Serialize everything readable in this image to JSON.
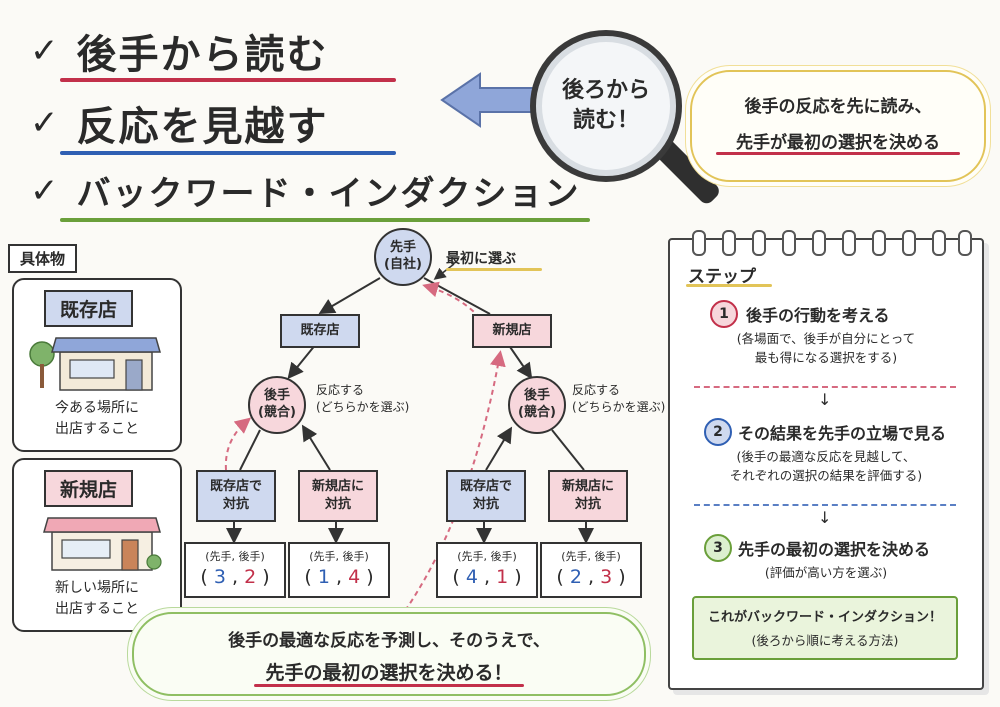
{
  "titles": [
    "後手から読む",
    "反応を見越す",
    "バックワード・インダクション"
  ],
  "check_mark": "✓",
  "colors": {
    "blue": "#2f5fb3",
    "red": "#c2304a",
    "green": "#6a9f3a",
    "node_blue": "#cfd9ef",
    "node_pink": "#f7d7dc"
  },
  "magnifier": {
    "text": "後ろから\n読む！"
  },
  "top_callout": {
    "line1": "後手の反応を先に読み、",
    "line2": "先手が最初の選択を決める"
  },
  "examples": {
    "heading": "具体物",
    "existing": {
      "label": "既存店",
      "desc": "今ある場所に\n出店すること"
    },
    "new": {
      "label": "新規店",
      "desc": "新しい場所に\n出店すること"
    }
  },
  "tree": {
    "root": "先手\n(自社)",
    "root_note": "最初に選ぶ",
    "branch_left": "既存店",
    "branch_right": "新規店",
    "follower": "後手\n(競合)",
    "follower_note": "反応する\n(どちらかを選ぶ)",
    "leaf_existing": "既存店で\n対抗",
    "leaf_new": "新規店に\n対抗",
    "payoff_header": "(先手, 後手)",
    "payoffs": [
      {
        "first": "3",
        "second": "2"
      },
      {
        "first": "1",
        "second": "4"
      },
      {
        "first": "4",
        "second": "1"
      },
      {
        "first": "2",
        "second": "3"
      }
    ]
  },
  "bottom_callout": {
    "line1": "後手の最適な反応を予測し、そのうえで、",
    "line2": "先手の最初の選択を決める！"
  },
  "steps": {
    "heading": "ステップ",
    "items": [
      {
        "num": "1",
        "title": "後手の行動を考える",
        "sub": "(各場面で、後手が自分にとって\n最も得になる選択をする)"
      },
      {
        "num": "2",
        "title": "その結果を先手の立場で見る",
        "sub": "(後手の最適な反応を見越して、\nそれぞれの選択の結果を評価する)"
      },
      {
        "num": "3",
        "title": "先手の最初の選択を決める",
        "sub": "(評価が高い方を選ぶ)"
      }
    ],
    "summary_line1": "これがバックワード・インダクション！",
    "summary_line2": "(後ろから順に考える方法)"
  }
}
